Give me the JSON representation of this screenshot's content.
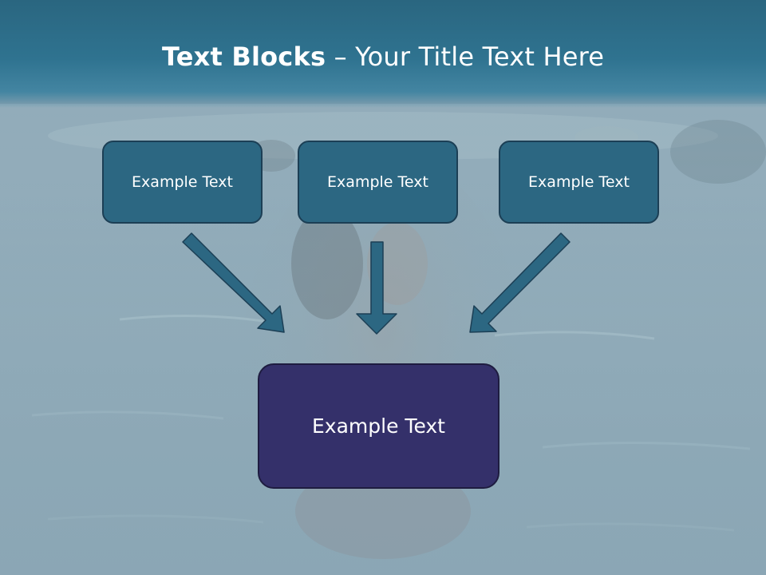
{
  "slide": {
    "title_bold": "Text Blocks",
    "title_rest": " – Your Title Text Here",
    "box_top_left": "Example Text",
    "box_top_center": "Example Text",
    "box_top_right": "Example Text",
    "box_main": "Example Text"
  },
  "colors": {
    "title_band": "#2f7390",
    "small_box_fill": "#2c6782",
    "main_box_fill": "#34306a",
    "arrow": "#2c6782"
  },
  "icons": {
    "arrow": "down-arrow-icon"
  }
}
